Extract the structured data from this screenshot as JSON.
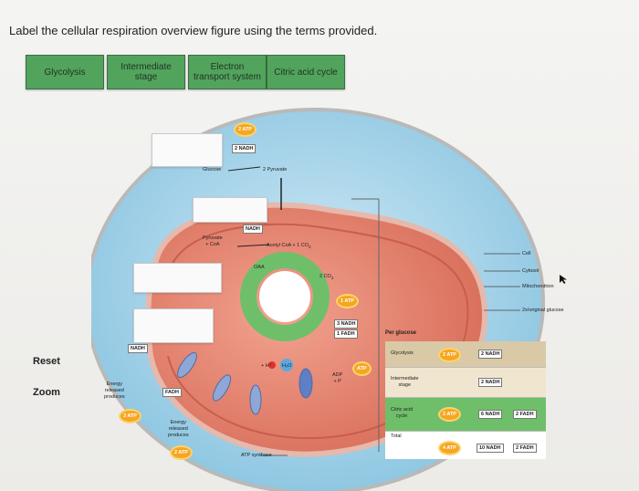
{
  "instruction": "Label the cellular respiration overview figure using the terms provided.",
  "terms": [
    "Glycolysis",
    "Intermediate\nstage",
    "Electron\ntransport system",
    "Citric acid cycle"
  ],
  "side_buttons": {
    "reset": "Reset",
    "zoom": "Zoom"
  },
  "diagram": {
    "atp_top": "2 ATP",
    "nadh_top": "2 NADH",
    "glucose": "Glucose",
    "pyruvate_2": "2 Pyruvate",
    "nadh_mid": "NADH",
    "pyruvate_coa": "Pyruvate\n+ CoA",
    "acetyl": "Acetyl CoA + 1 CO",
    "co2_sub": "2",
    "oaa": "OAA",
    "co2_two": "2 CO",
    "atp_cycle": "1 ATP",
    "nadh_cycle": "3 NADH",
    "fadh_cycle": "1 FADH",
    "nadh_left": "NADH",
    "fadh_left": "FADH",
    "energy_released_1": "Energy\nreleased\nproduces",
    "atp_3": "3 ATP",
    "energy_released_2": "Energy\nreleased\nproduces",
    "atp_2b": "2 ATP",
    "hplus": "+ H⁺",
    "h2o": "H₂O",
    "atp_synth_badge": "ATP",
    "adp": "ADP\n+ P",
    "atp_synthase": "ATP synthase",
    "legend_cell": "Cell",
    "legend_cytosol": "Cytosol",
    "legend_mito": "Mitochondrion",
    "legend_glucose": "2x/original glucose"
  },
  "table": {
    "header": "Per glucose",
    "rows": [
      {
        "name": "Glycolysis",
        "atp": "2 ATP",
        "nadh": "2 NADH",
        "fadh": "",
        "color": "#d9c9a6"
      },
      {
        "name": "Intermediate\nstage",
        "atp": "",
        "nadh": "2 NADH",
        "fadh": "",
        "color": "#f0e6d0"
      },
      {
        "name": "Citric acid\ncycle",
        "atp": "2 ATP",
        "nadh": "6 NADH",
        "fadh": "2 FADH",
        "color": "#6fbf6a"
      },
      {
        "name": "Total",
        "atp": "4 ATP",
        "nadh": "10 NADH",
        "fadh": "2 FADH",
        "color": "#ffffff"
      }
    ]
  }
}
